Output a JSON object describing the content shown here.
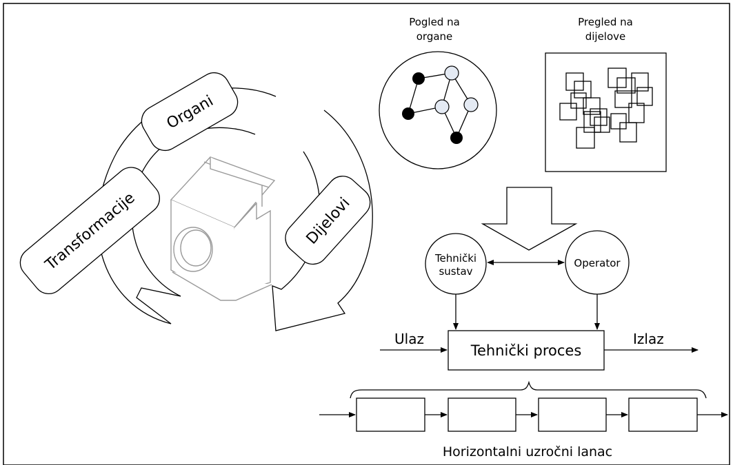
{
  "cycle": {
    "organs_label": "Organi",
    "transformations_label": "Transformacije",
    "parts_label": "Dijelovi"
  },
  "views": {
    "organs_view_line1": "Pogled na",
    "organs_view_line2": "organe",
    "parts_view_line1": "Pregled na",
    "parts_view_line2": "dijelove"
  },
  "process": {
    "technical_system_line1": "Tehnički",
    "technical_system_line2": "sustav",
    "operator": "Operator",
    "process_box": "Tehnički proces",
    "input": "Ulaz",
    "output": "Izlaz"
  },
  "chain": {
    "caption": "Horizontalni uzročni lanac"
  },
  "colors": {
    "line": "#000000",
    "filled_node": "#000000",
    "light_node": "#e4eaf3",
    "machine_line": "#9a9a9a"
  }
}
